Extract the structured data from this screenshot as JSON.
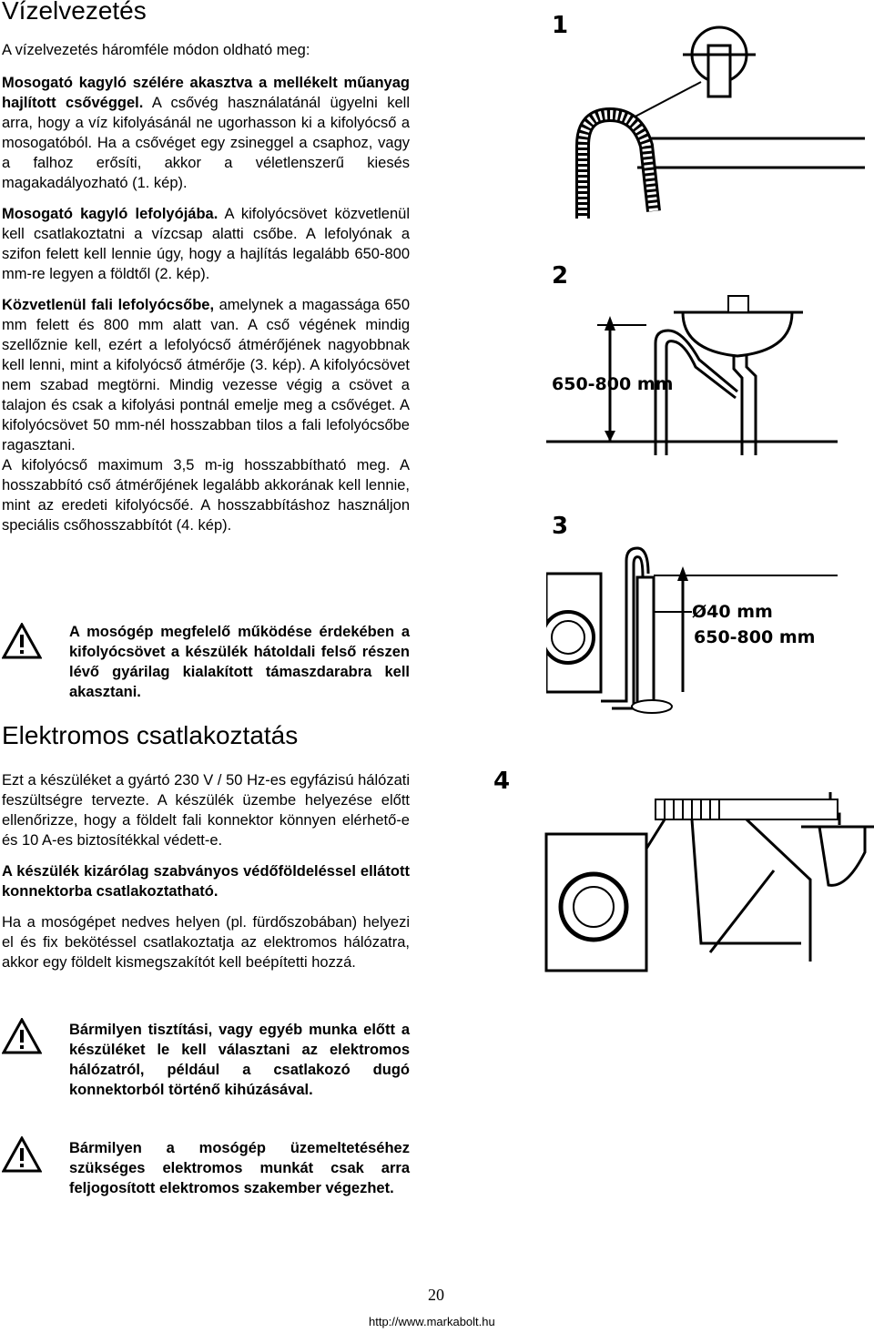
{
  "section1": {
    "title": "Vízelvezetés",
    "intro": "A vízelvezetés háromféle módon oldható meg:",
    "p1_bold": "Mosogató kagyló szélére akasztva a mellékelt műanyag hajlított csővéggel.",
    "p1_rest": " A csővég használatánál ügyelni kell arra, hogy a víz kifolyásánál ne ugorhasson ki a kifolyócső a mosogatóból. Ha a csővéget egy zsineggel a csaphoz, vagy a falhoz erősíti, akkor a véletlenszerű kiesés magakadályozható (1. kép).",
    "p2_bold": "Mosogató kagyló lefolyójába.",
    "p2_rest": " A kifolyócsövet közvetlenül kell csatlakoztatni a vízcsap alatti csőbe. A lefolyónak a szifon felett kell lennie úgy, hogy a hajlítás legalább 650-800 mm-re legyen a földtől (2. kép).",
    "p3_bold": "Közvetlenül fali lefolyócsőbe,",
    "p3_rest": " amelynek a magassága 650 mm felett és 800 mm alatt van. A cső végének mindig szellőznie kell, ezért a lefolyócső átmérőjének nagyobbnak kell lenni, mint a kifolyócső átmérője (3. kép). A kifolyócsövet nem szabad megtörni. Mindig vezesse végig a csövet a talajon és csak a kifolyási pontnál emelje meg a csővéget. A kifolyócsövet 50 mm-nél hosszabban tilos a fali lefolyócsőbe ragasztani.",
    "p4": "A kifolyócső maximum 3,5 m-ig hosszabbítható meg. A hosszabbító cső átmérőjének legalább akkorának kell lennie, mint az eredeti kifolyócsőé. A hosszabbításhoz használjon speciális csőhosszabbítót (4. kép).",
    "warning": "A mosógép megfelelő működése érdekében a kifolyócsövet a készülék hátoldali felső részen lévő gyárilag kialakított támaszdarabra kell akasztani."
  },
  "section2": {
    "title": "Elektromos csatlakoztatás",
    "p1": "Ezt a készüléket a gyártó 230 V / 50 Hz-es egyfázisú hálózati feszültségre tervezte. A készülék üzembe helyezése előtt ellenőrizze, hogy a földelt fali konnektor könnyen elérhető-e és 10 A-es biztosítékkal védett-e.",
    "p2": "A készülék kizárólag szabványos védőföldeléssel ellátott konnektorba csatlakoztatható.",
    "p3": "Ha a mosógépet nedves helyen (pl. fürdőszobában) helyezi el és fix bekötéssel csatlakoztatja az elektromos hálózatra, akkor egy földelt kismegszakítót kell beépítetti hozzá.",
    "warning1": "Bármilyen tisztítási, vagy egyéb munka előtt a készüléket le kell választani az elektromos hálózatról, például a csatlakozó dugó konnektorból történő kihúzásával.",
    "warning2": "Bármilyen a mosógép üzemeltetéséhez szükséges elektromos munkát csak arra feljogosított elektromos szakember végezhet."
  },
  "figures": {
    "fig1_label": "1",
    "fig2_label": "2",
    "fig2_dim": "650-800 mm",
    "fig3_label": "3",
    "fig3_dia": "Ø40 mm",
    "fig3_dim": "650-800 mm",
    "fig4_label": "4"
  },
  "footer": {
    "page": "20",
    "url": "http://www.markabolt.hu"
  }
}
